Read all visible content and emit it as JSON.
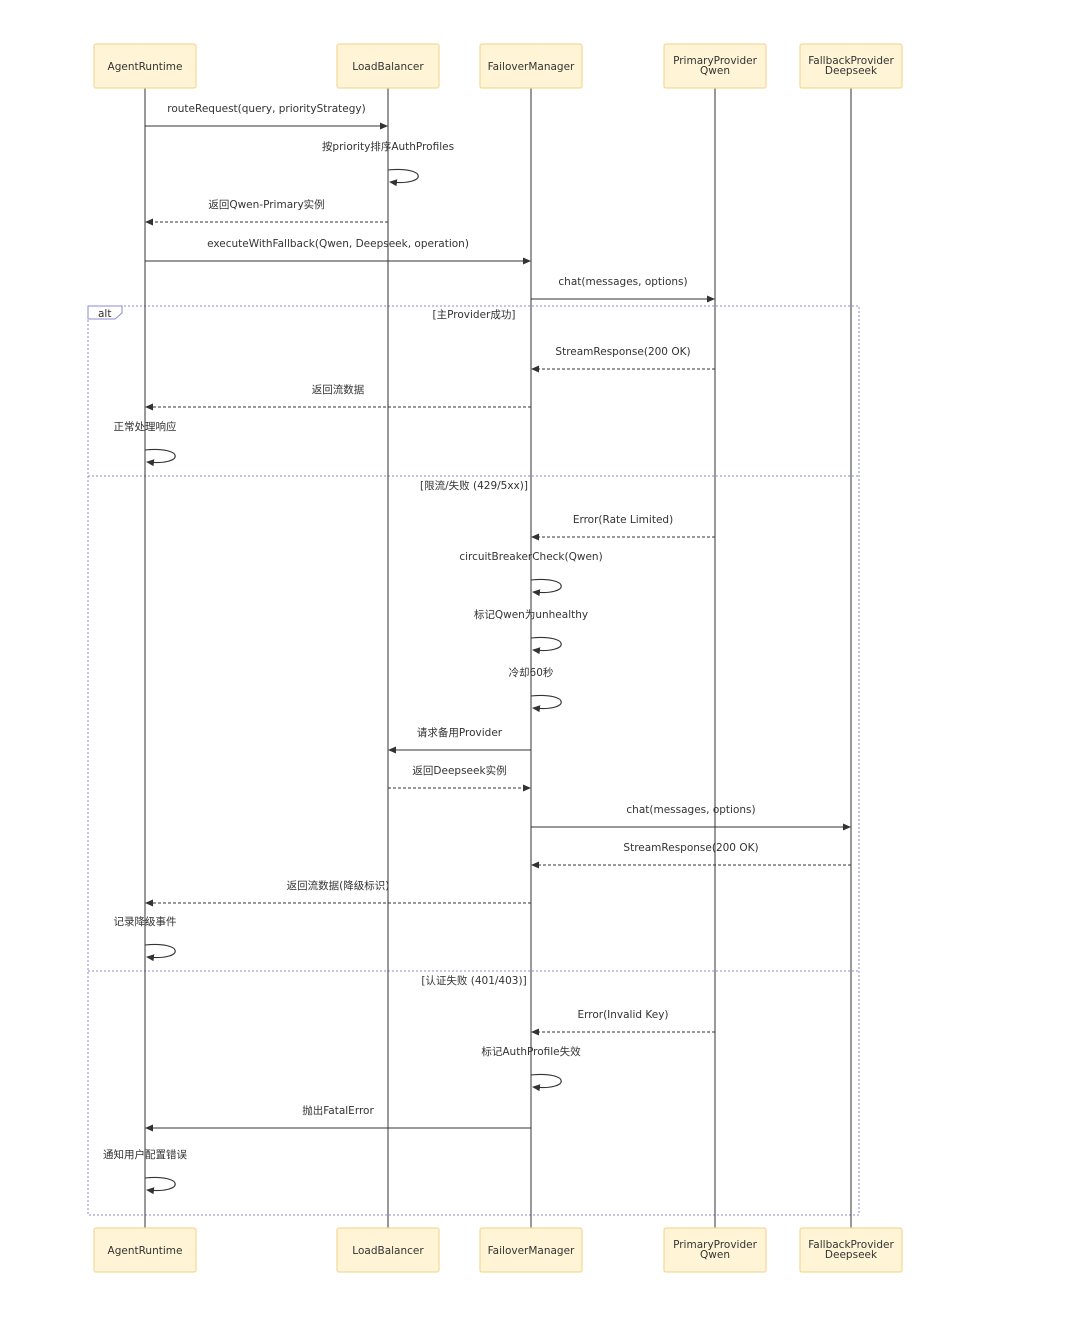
{
  "actors": [
    {
      "id": "agent",
      "lines": [
        "AgentRuntime"
      ]
    },
    {
      "id": "lb",
      "lines": [
        "LoadBalancer"
      ]
    },
    {
      "id": "fm",
      "lines": [
        "FailoverManager"
      ]
    },
    {
      "id": "pp",
      "lines": [
        "PrimaryProvider",
        "Qwen"
      ]
    },
    {
      "id": "fp",
      "lines": [
        "FallbackProvider",
        "Deepseek"
      ]
    }
  ],
  "frame": {
    "label": "alt",
    "sections": [
      {
        "condition": "[主Provider成功]"
      },
      {
        "condition": "[限流/失败 (429/5xx)]"
      },
      {
        "condition": "[认证失败 (401/403)]"
      }
    ]
  },
  "messages": [
    {
      "from": "agent",
      "to": "lb",
      "text": "routeRequest(query, priorityStrategy)",
      "style": "solid"
    },
    {
      "from": "lb",
      "to": "lb",
      "text": "按priority排序AuthProfiles",
      "style": "solid"
    },
    {
      "from": "lb",
      "to": "agent",
      "text": "返回Qwen-Primary实例",
      "style": "dashed"
    },
    {
      "from": "agent",
      "to": "fm",
      "text": "executeWithFallback(Qwen, Deepseek, operation)",
      "style": "solid"
    },
    {
      "from": "fm",
      "to": "pp",
      "text": "chat(messages, options)",
      "style": "solid"
    },
    {
      "from": "pp",
      "to": "fm",
      "text": "StreamResponse(200 OK)",
      "style": "dashed"
    },
    {
      "from": "fm",
      "to": "agent",
      "text": "返回流数据",
      "style": "dashed"
    },
    {
      "from": "agent",
      "to": "agent",
      "text": "正常处理响应",
      "style": "solid"
    },
    {
      "from": "pp",
      "to": "fm",
      "text": "Error(Rate Limited)",
      "style": "dashed"
    },
    {
      "from": "fm",
      "to": "fm",
      "text": "circuitBreakerCheck(Qwen)",
      "style": "solid"
    },
    {
      "from": "fm",
      "to": "fm",
      "text": "标记Qwen为unhealthy",
      "style": "solid"
    },
    {
      "from": "fm",
      "to": "fm",
      "text": "冷却60秒",
      "style": "solid"
    },
    {
      "from": "fm",
      "to": "lb",
      "text": "请求备用Provider",
      "style": "solid"
    },
    {
      "from": "lb",
      "to": "fm",
      "text": "返回Deepseek实例",
      "style": "dashed"
    },
    {
      "from": "fm",
      "to": "fp",
      "text": "chat(messages, options)",
      "style": "solid"
    },
    {
      "from": "fp",
      "to": "fm",
      "text": "StreamResponse(200 OK)",
      "style": "dashed"
    },
    {
      "from": "fm",
      "to": "agent",
      "text": "返回流数据(降级标识)",
      "style": "dashed"
    },
    {
      "from": "agent",
      "to": "agent",
      "text": "记录降级事件",
      "style": "solid"
    },
    {
      "from": "pp",
      "to": "fm",
      "text": "Error(Invalid Key)",
      "style": "dashed"
    },
    {
      "from": "fm",
      "to": "fm",
      "text": "标记AuthProfile失效",
      "style": "solid"
    },
    {
      "from": "fm",
      "to": "agent",
      "text": "抛出FatalError",
      "style": "solid"
    },
    {
      "from": "agent",
      "to": "agent",
      "text": "通知用户配置错误",
      "style": "solid"
    }
  ]
}
